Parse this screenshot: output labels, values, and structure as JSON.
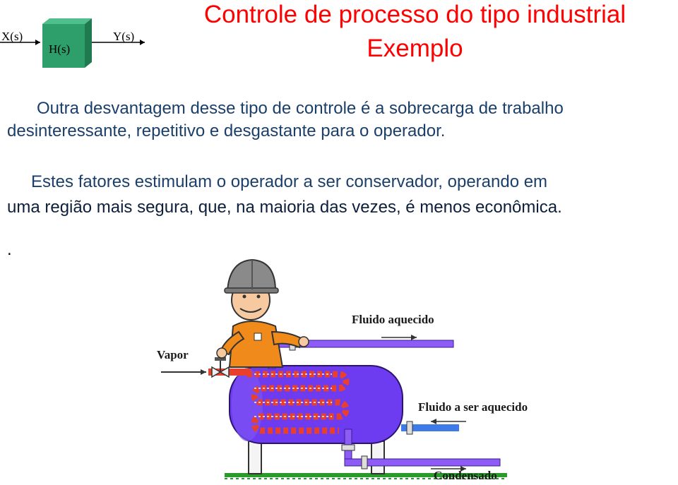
{
  "block_diagram": {
    "input_label": "X(s)",
    "block_label": "H(s)",
    "output_label": "Y(s)",
    "block_color": "#2e9f6b"
  },
  "title": {
    "line1": "Controle de processo do tipo industrial",
    "line2": "Exemplo",
    "color": "#ff0000"
  },
  "paragraphs": {
    "p1_line1": "Outra desvantagem desse tipo de controle é a sobrecarga de trabalho",
    "p1_line2": "desinteressante, repetitivo e desgastante para o operador.",
    "p2_line1": "Estes fatores estimulam o operador a ser conservador, operando em",
    "p2_line2": "uma região mais segura, que, na maioria das vezes, é menos econômica.",
    "stray_dot": "."
  },
  "illustration": {
    "labels": {
      "vapor": "Vapor",
      "hot_fluid": "Fluido aquecido",
      "fluid_to_heat": "Fluido a ser aquecido",
      "condensate": "Condensado"
    },
    "colors": {
      "tank": "#6d3cf0",
      "pipe": "#8d5bf5",
      "steam_coil": "#e8402c",
      "worker_suit": "#ef8a1b",
      "helmet": "#8a8a8a",
      "ground": "#2a9a2a"
    }
  }
}
